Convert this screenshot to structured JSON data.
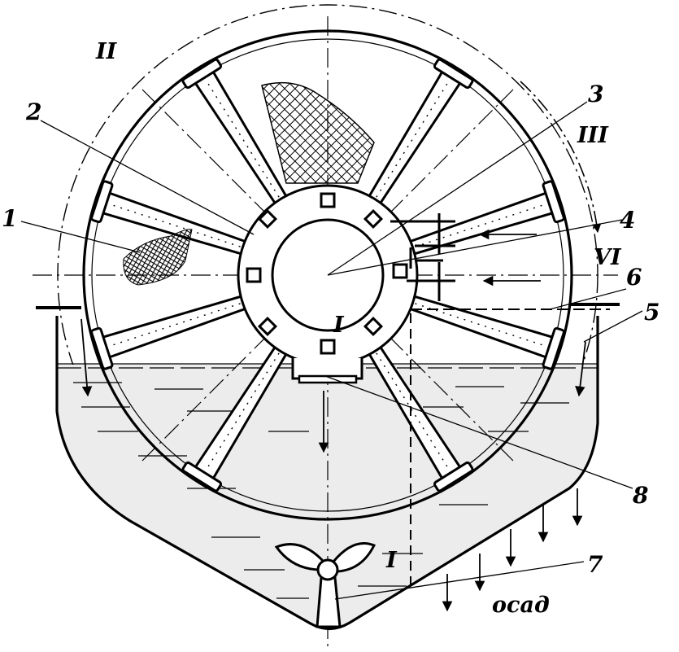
{
  "figure": {
    "colors": {
      "ink": "#000000",
      "paper": "#ffffff",
      "water": "#e8e8e8"
    },
    "labels": {
      "n1": "1",
      "n2": "2",
      "n3": "3",
      "n4": "4",
      "n5": "5",
      "n6": "6",
      "n7": "7",
      "n8": "8",
      "zone_I_hub": "I",
      "zone_I_bottom": "I",
      "zone_II": "II",
      "zone_III": "III",
      "zone_VI": "VI",
      "sediment": "осад"
    },
    "icons": {
      "propeller": "three-blade-propeller-icon",
      "mesh": "mesh-filter-icon",
      "flow_arrow": "flow-arrow-icon"
    }
  }
}
